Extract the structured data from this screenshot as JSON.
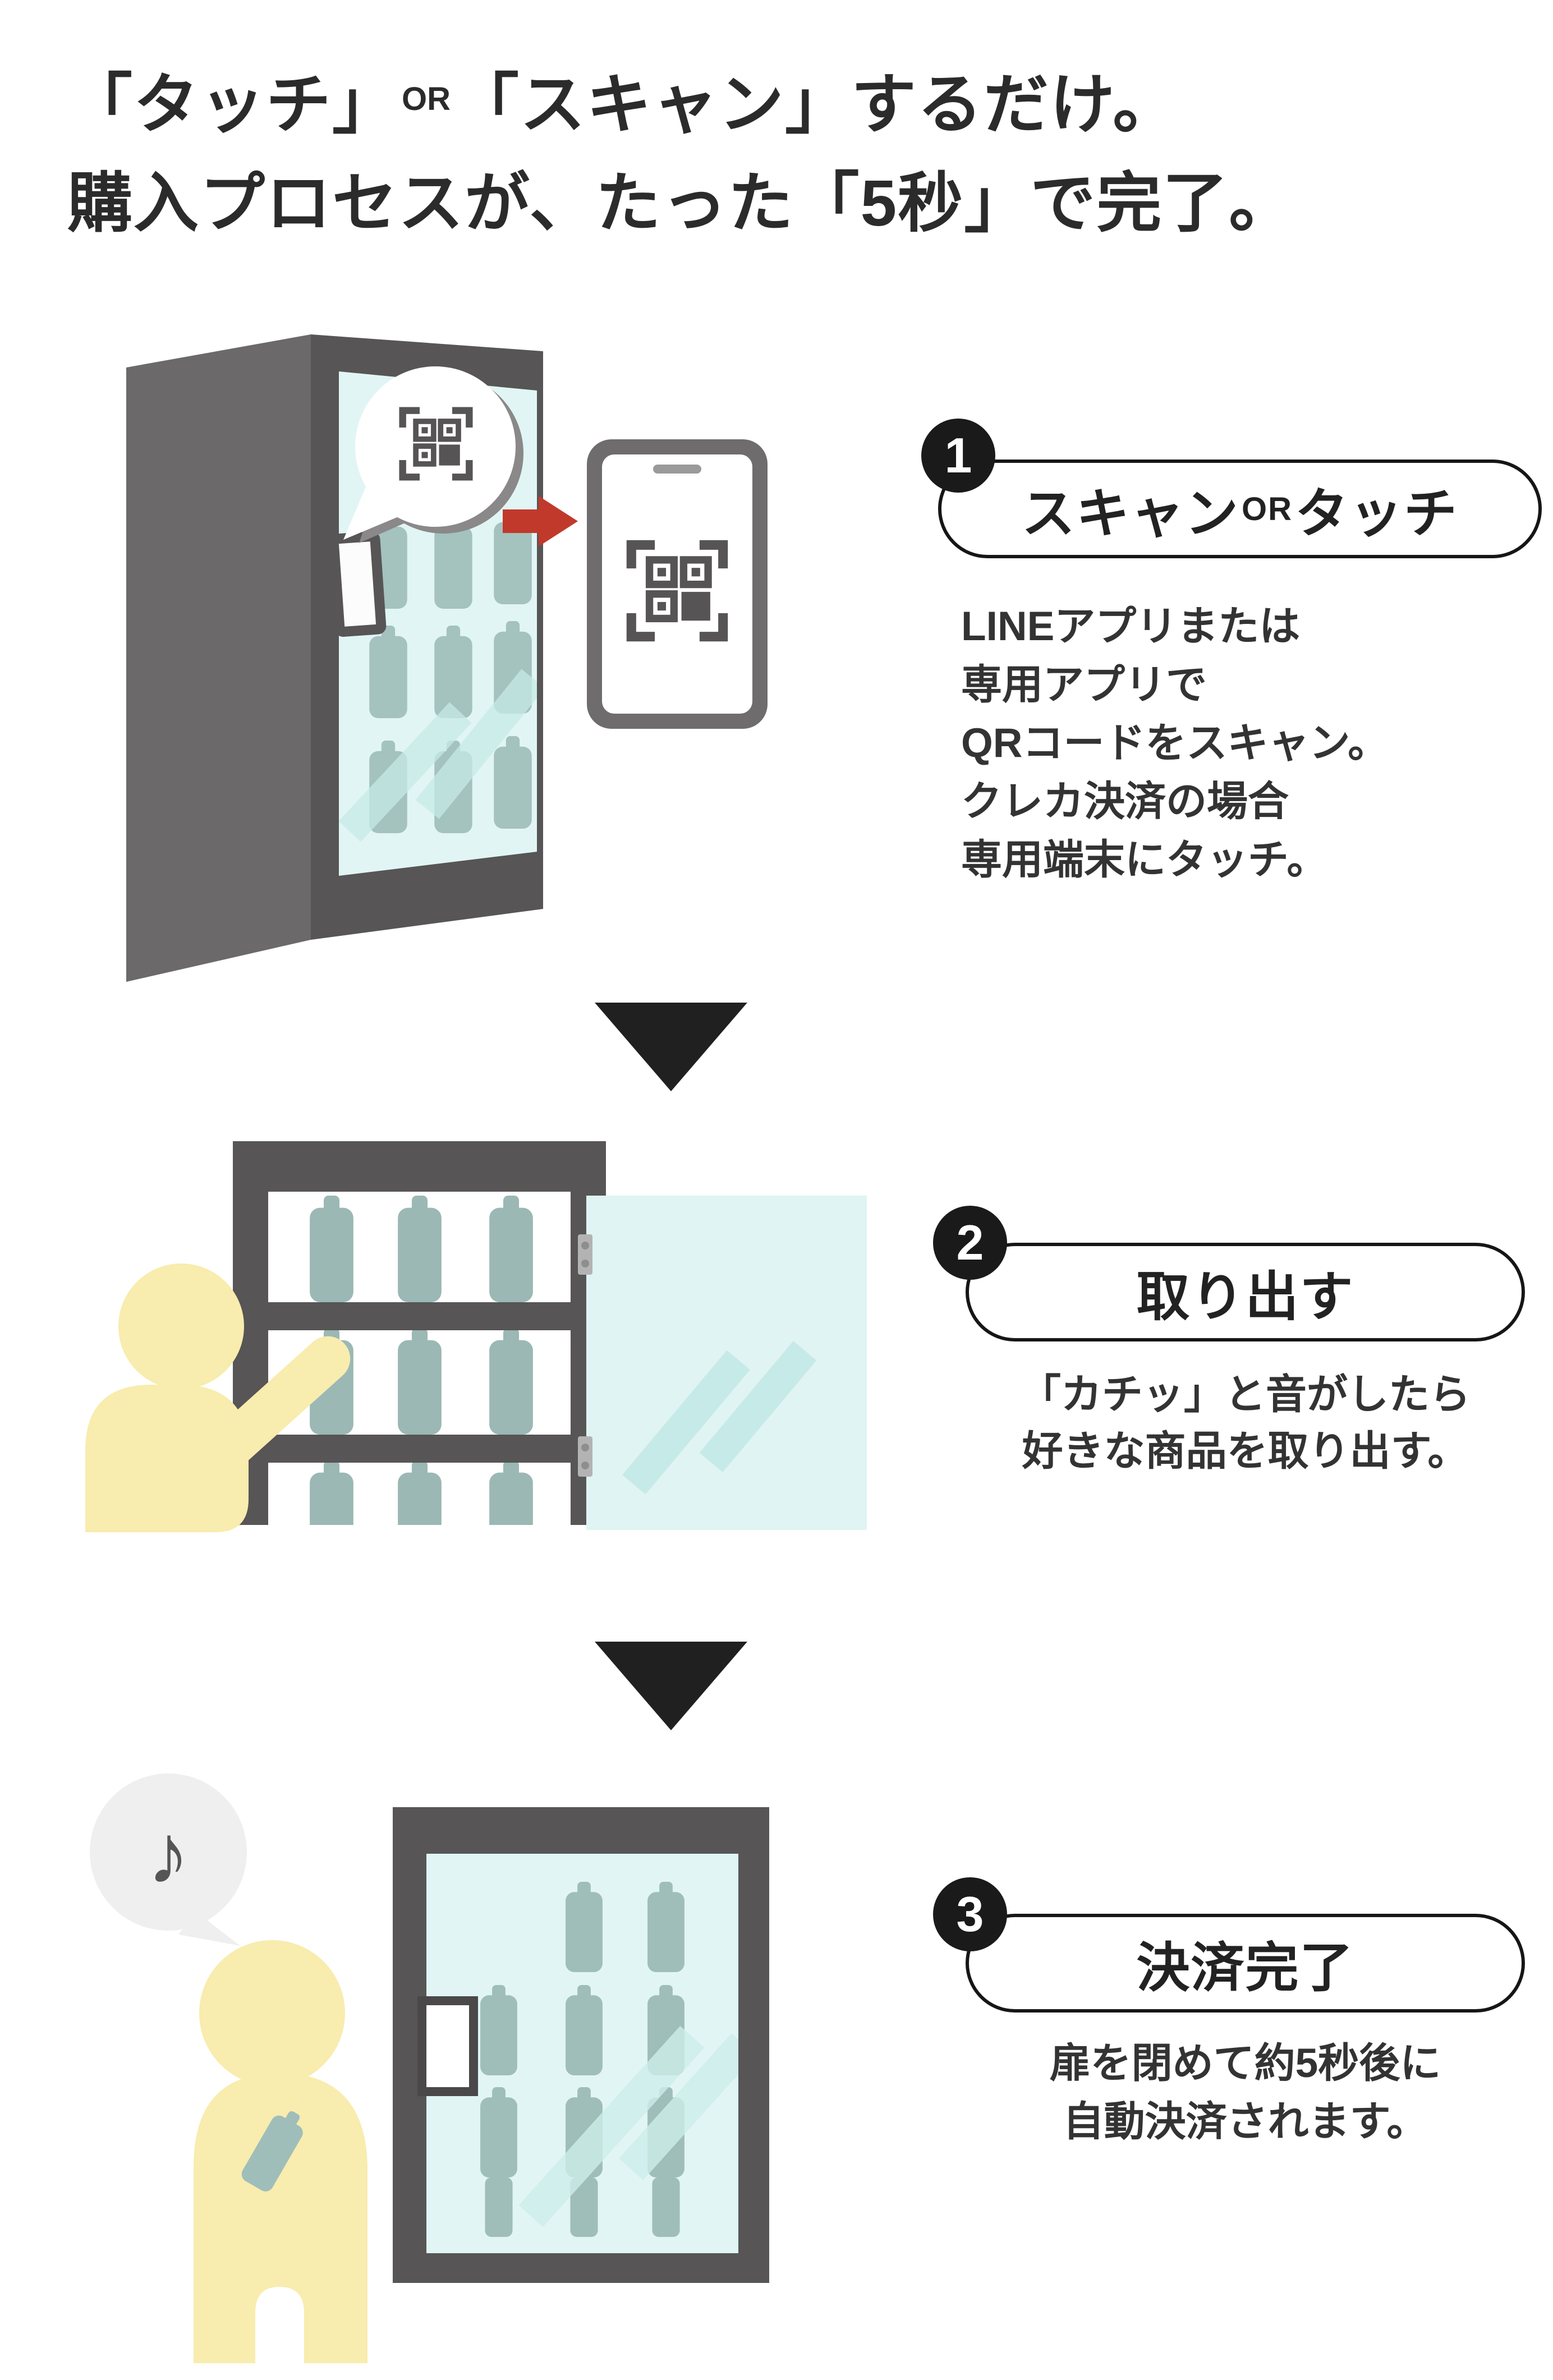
{
  "title": {
    "line1_bracket_touch": "「タッチ」",
    "line1_or": "OR",
    "line1_rest": "「スキャン」するだけ。",
    "line2": "購入プロセスが、たった「5秒」で完了。"
  },
  "steps": [
    {
      "number": "1",
      "pill_label_prefix": "スキャン",
      "pill_label_or": "OR",
      "pill_label_suffix": "タッチ",
      "desc_lines": [
        "LINEアプリまたは",
        "専用アプリで",
        "QRコードをスキャン。",
        "クレカ決済の場合",
        "専用端末にタッチ。"
      ]
    },
    {
      "number": "2",
      "pill_label": "取り出す",
      "desc_lines": [
        "「カチッ」と音がしたら",
        "好きな商品を取り出す。"
      ]
    },
    {
      "number": "3",
      "pill_label": "決済完了",
      "desc_lines": [
        "扉を閉めて約5秒後に",
        "自動決済されます。"
      ]
    }
  ],
  "icons": {
    "music_note": "♪",
    "qr_scan": "qr-code-scan-icon",
    "arrow_right": "red-arrow-right-icon",
    "arrow_down": "black-triangle-down-icon"
  },
  "colors": {
    "text_black": "#2b2b2b",
    "fridge_gray": "#575555",
    "fridge_side_gray": "#6b6969",
    "glass_teal": "#e1f5f4",
    "glass_stripe_teal": "#c6eae7",
    "bottle_teal": "#a4c2be",
    "person_yellow": "#f8ecae",
    "arrow_red": "#c1392b",
    "speech_bubble_gray": "#efefef",
    "bubble_shadow_gray": "#8a8888",
    "badge_black": "#1a1a1a"
  }
}
